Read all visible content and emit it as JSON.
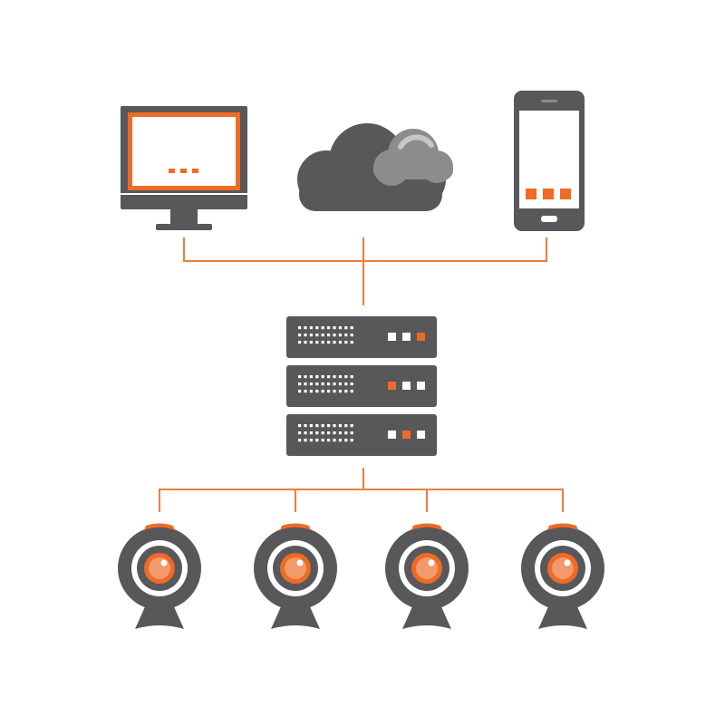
{
  "colors": {
    "background": "#ffffff",
    "device_gray": "#58585a",
    "light_gray": "#8c8c8e",
    "highlight_gray": "#c6c6c8",
    "accent_orange": "#ef6a25",
    "peach": "#f29a6a",
    "screen_white": "#ffffff",
    "connector_orange": "#ef7d3c"
  },
  "diagram": {
    "top_tier": [
      {
        "id": "desktop",
        "icon": "desktop-monitor-icon"
      },
      {
        "id": "cloud",
        "icon": "cloud-icon"
      },
      {
        "id": "phone",
        "icon": "smartphone-icon"
      }
    ],
    "server_tier": {
      "icon": "server-rack-icon",
      "units": [
        {
          "status_lights": [
            "white",
            "white",
            "orange"
          ]
        },
        {
          "status_lights": [
            "orange",
            "white",
            "white"
          ]
        },
        {
          "status_lights": [
            "white",
            "orange",
            "white"
          ]
        }
      ]
    },
    "camera_tier": {
      "icon": "webcam-icon",
      "count": 4
    }
  }
}
